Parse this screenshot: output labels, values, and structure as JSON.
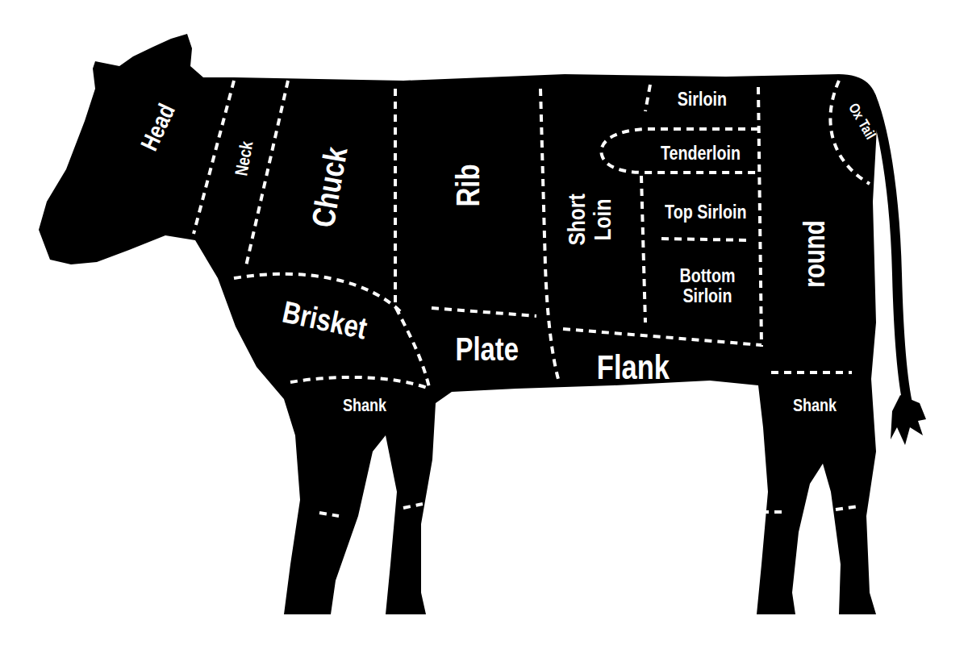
{
  "diagram": {
    "labels": [
      "Head",
      "Neck",
      "Chuck",
      "Rib",
      "Short Loin",
      "Sirloin",
      "Tenderloin",
      "Top Sirloin",
      "Bottom Sirloin",
      "round",
      "Ox Tail",
      "Brisket",
      "Plate",
      "Flank",
      "Shank",
      "Shank"
    ]
  }
}
